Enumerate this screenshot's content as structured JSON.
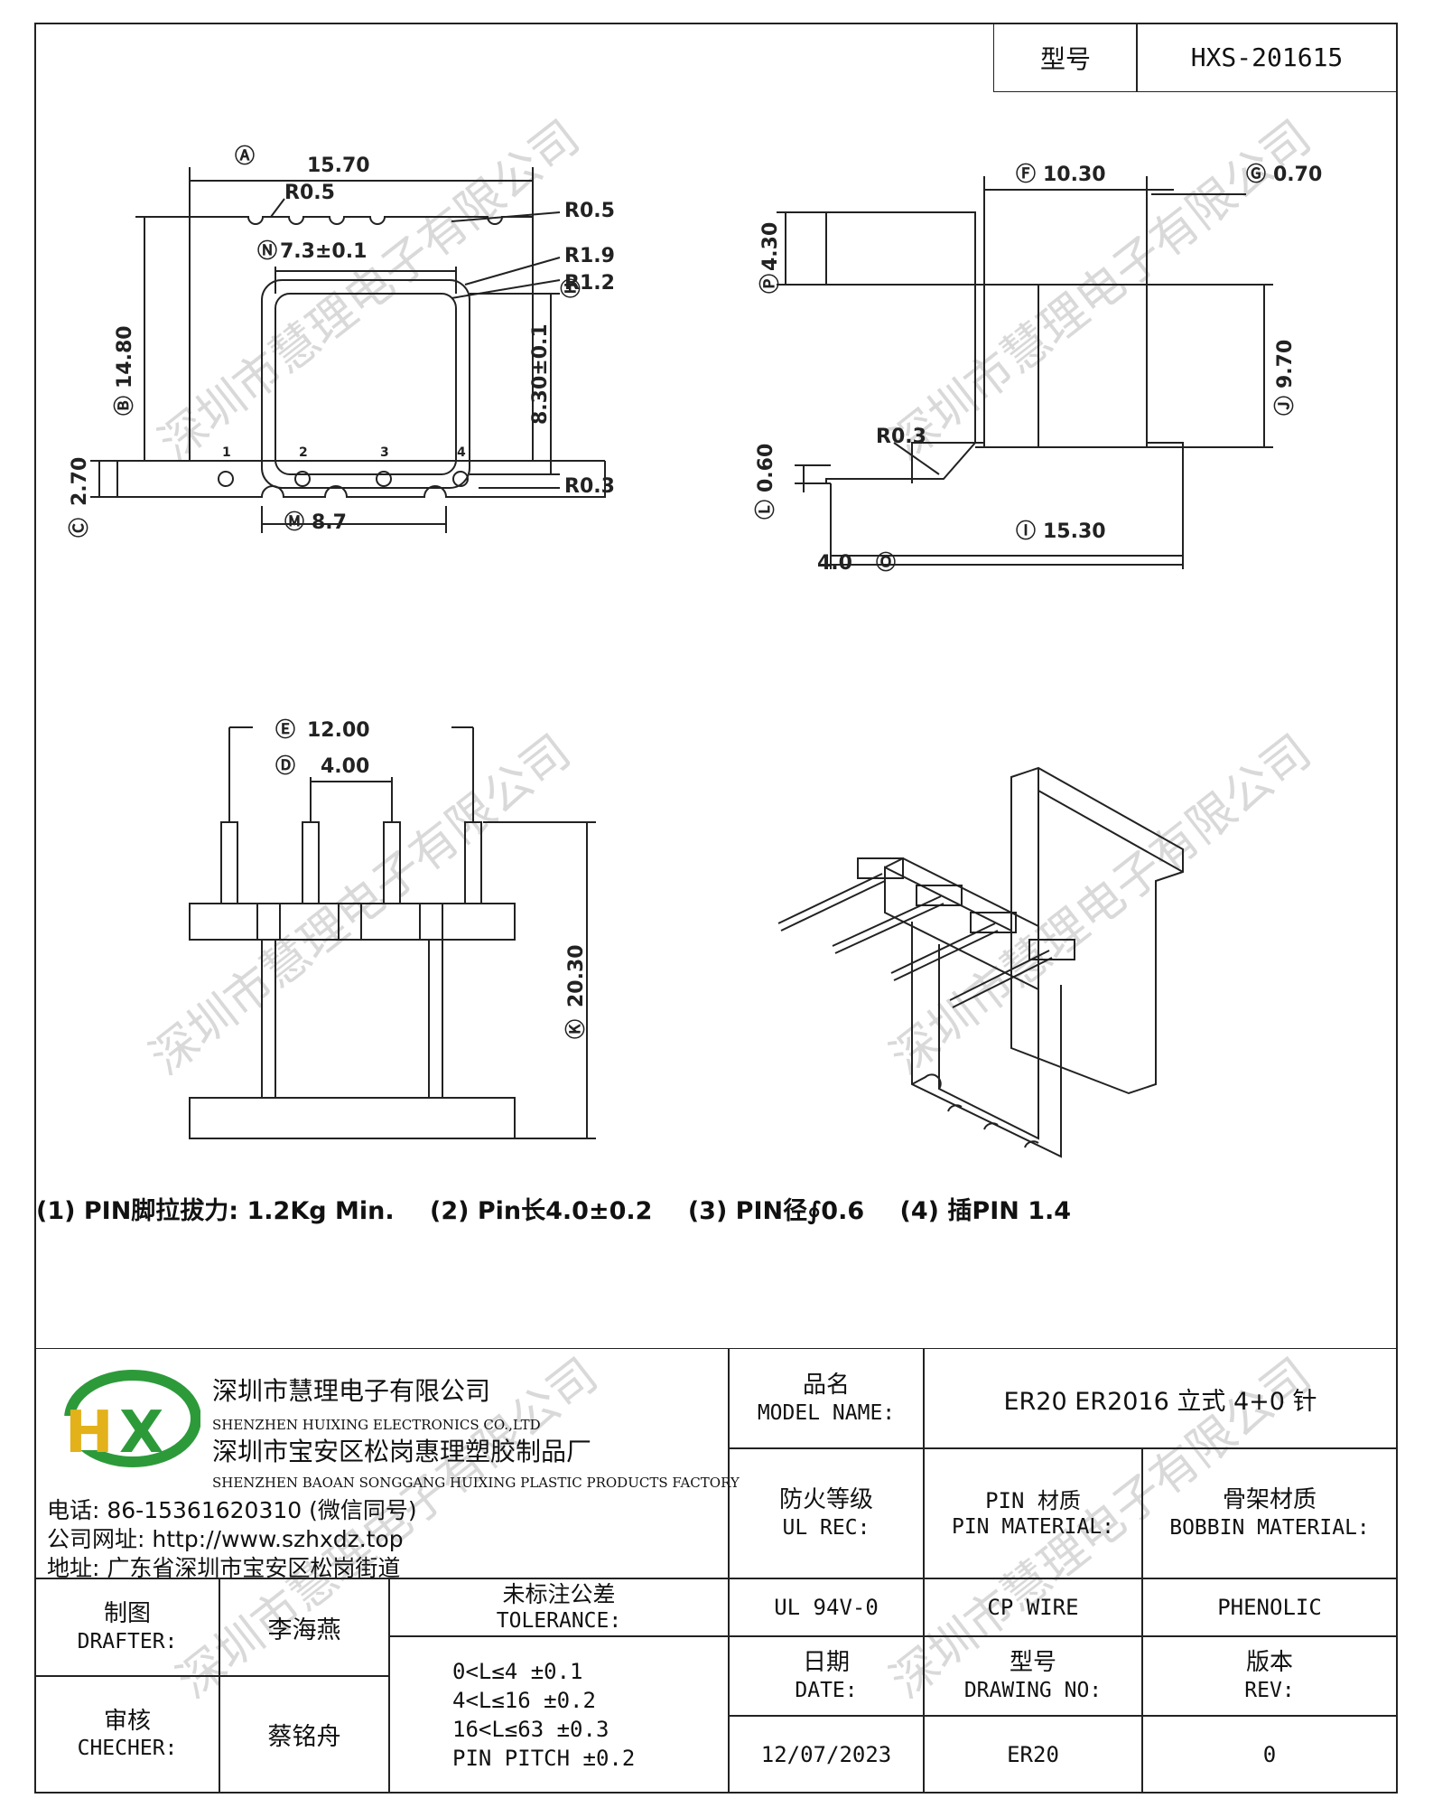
{
  "header": {
    "model_label": "型号",
    "model_value": "HXS-201615"
  },
  "watermark": "深圳市慧理电子有限公司",
  "drawing_top_left": {
    "A": "15.70",
    "r05a": "R0.5",
    "r05b": "R0.5",
    "N": "7.3±0.1",
    "r19": "R1.9",
    "r12": "R1.2",
    "B": "14.80",
    "H": "8.30±0.1",
    "C": "2.70",
    "r03": "R0.3",
    "M": "8.7",
    "pins": [
      "1",
      "2",
      "3",
      "4"
    ]
  },
  "drawing_top_right": {
    "F": "10.30",
    "G": "0.70",
    "P": "4.30",
    "J": "9.70",
    "r03": "R0.3",
    "L": "0.60",
    "I": "15.30",
    "O": "4.0"
  },
  "drawing_bottom_left": {
    "E": "12.00",
    "D": "4.00",
    "K": "20.30"
  },
  "notes": [
    "(1) PIN脚拉拔力: 1.2Kg  Min.",
    "(2) Pin长4.0±0.2",
    "(3) PIN径∮0.6",
    "(4) 插PIN 1.4"
  ],
  "company": {
    "logo_letters": "HX",
    "name_cn": "深圳市慧理电子有限公司",
    "name_en": "SHENZHEN HUIXING ELECTRONICS CO.,LTD",
    "factory_cn": "深圳市宝安区松岗惠理塑胶制品厂",
    "factory_en": "SHENZHEN BAOAN SONGGANG HUIXING PLASTIC PRODUCTS FACTORY",
    "phone": "电话: 86-15361620310 (微信同号)",
    "website": "公司网址: http://www.szhxdz.top",
    "address": "地址: 广东省深圳市宝安区松岗街道"
  },
  "title_block": {
    "model_name_cn": "品名",
    "model_name_en": "MODEL NAME:",
    "model_name_value": "ER20 ER2016 立式 4+0 针",
    "fire_cn": "防火等级",
    "fire_en": "UL REC:",
    "pin_mat_cn": "PIN 材质",
    "pin_mat_en": "PIN MATERIAL:",
    "bobbin_cn": "骨架材质",
    "bobbin_en": "BOBBIN MATERIAL:",
    "fire_value": "UL 94V-0",
    "pin_mat_value": "CP WIRE",
    "bobbin_value": "PHENOLIC",
    "drafter_cn": "制图",
    "drafter_en": "DRAFTER:",
    "drafter_value": "李海燕",
    "checker_cn": "审核",
    "checker_en": "CHECHER:",
    "checker_value": "蔡铭舟",
    "tolerance_cn": "未标注公差",
    "tolerance_en": "TOLERANCE:",
    "tolerances": [
      "0<L≤4  ±0.1",
      "4<L≤16 ±0.2",
      "16<L≤63 ±0.3",
      "PIN PITCH ±0.2"
    ],
    "date_cn": "日期",
    "date_en": "DATE:",
    "date_value": "12/07/2023",
    "drawing_cn": "型号",
    "drawing_en": "DRAWING NO:",
    "drawing_value": "ER20",
    "rev_cn": "版本",
    "rev_en": "REV:",
    "rev_value": "0"
  }
}
